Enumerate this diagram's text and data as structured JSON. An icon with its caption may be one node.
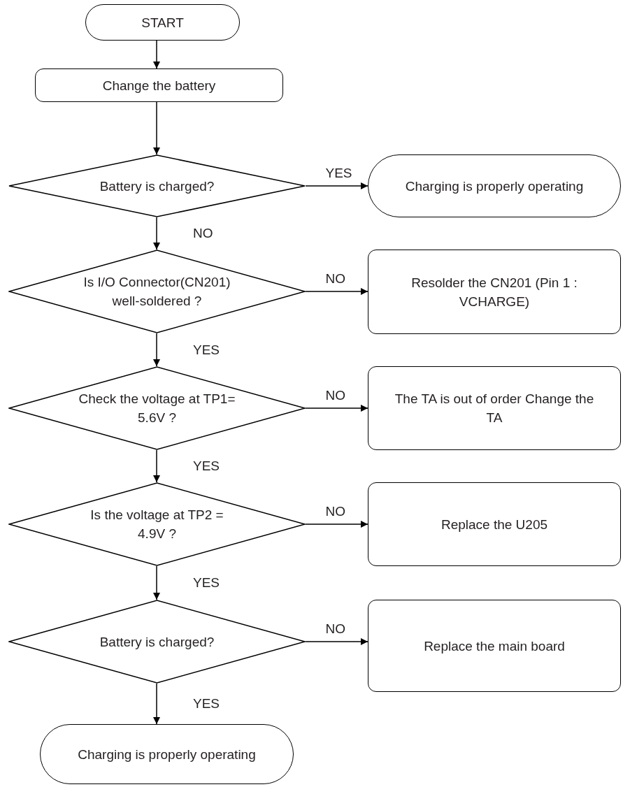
{
  "diagram": {
    "nodes": [
      {
        "text": [
          "START"
        ]
      },
      {
        "text": [
          "Change the battery"
        ]
      },
      {
        "text": [
          "Battery is charged?"
        ]
      },
      {
        "text": [
          "Charging is properly operating"
        ]
      },
      {
        "text": [
          "Is I/O Connector(CN201) well-soldered ?"
        ]
      },
      {
        "text": [
          "Resolder the CN201 (Pin 1 : VCHARGE)"
        ]
      },
      {
        "text": [
          "Check the voltage at TP1= 5.6V ?"
        ]
      },
      {
        "text": [
          "The TA is out of order Change the TA"
        ]
      },
      {
        "text": [
          "Is the voltage at TP2 = 4.9V ?"
        ]
      },
      {
        "text": [
          "Replace the U205"
        ]
      },
      {
        "text": [
          "Battery is charged?"
        ]
      },
      {
        "text": [
          "Replace the main board"
        ]
      },
      {
        "text": [
          "Charging is properly operating"
        ]
      }
    ],
    "edges": [
      {
        "from": 0,
        "to": 1,
        "arrow": "to"
      },
      {
        "from": 1,
        "to": 2,
        "arrow": "to"
      },
      {
        "from": 2,
        "to": 3,
        "arrow": "to",
        "label": "YES"
      },
      {
        "from": 2,
        "to": 4,
        "arrow": "to",
        "label": "NO"
      },
      {
        "from": 4,
        "to": 5,
        "arrow": "to",
        "label": "NO"
      },
      {
        "from": 4,
        "to": 6,
        "arrow": "to",
        "label": "YES"
      },
      {
        "from": 6,
        "to": 7,
        "arrow": "to",
        "label": "NO"
      },
      {
        "from": 6,
        "to": 8,
        "arrow": "to",
        "label": "YES"
      },
      {
        "from": 8,
        "to": 9,
        "arrow": "to",
        "label": "NO"
      },
      {
        "from": 8,
        "to": 10,
        "arrow": "to",
        "label": "YES"
      },
      {
        "from": 10,
        "to": 11,
        "arrow": "to",
        "label": "NO"
      },
      {
        "from": 10,
        "to": 12,
        "arrow": "to",
        "label": "YES"
      }
    ]
  }
}
